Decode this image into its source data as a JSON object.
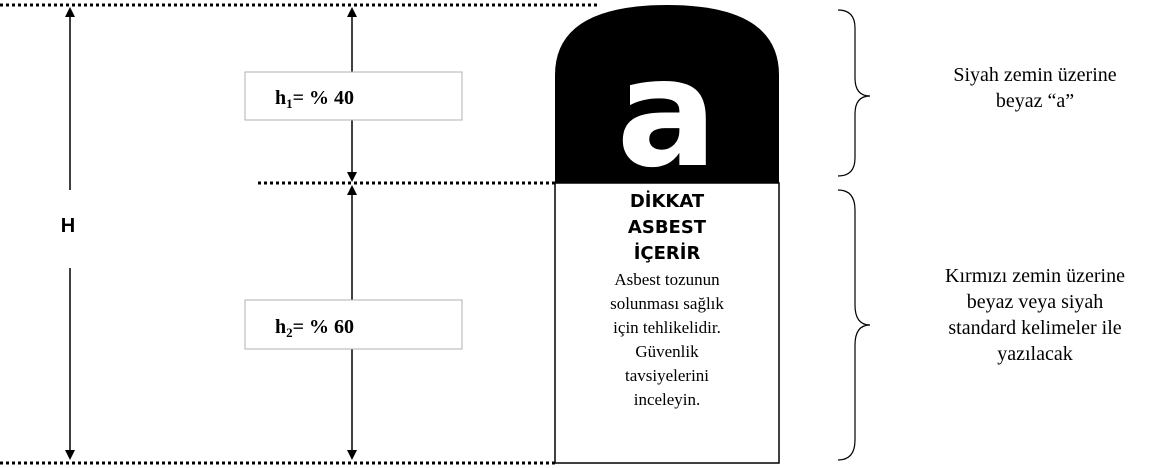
{
  "labels": {
    "total_height": "H",
    "h1_value": "= % 40",
    "h2_value": "= % 60",
    "h_letter": "h",
    "h1_sub": "1",
    "h2_sub": "2"
  },
  "label_top": {
    "logo_letter": "a"
  },
  "label_bottom": {
    "headline": [
      "DİKKAT",
      "ASBEST",
      "İÇERİR"
    ],
    "body": [
      "Asbest tozunun",
      "solunması sağlık",
      "için tehlikelidir.",
      "Güvenlik",
      "tavsiyelerini",
      "inceleyin."
    ]
  },
  "notes": {
    "top": [
      "Siyah zemin üzerine",
      "beyaz “a”"
    ],
    "bottom": [
      "Kırmızı zemin üzerine",
      "beyaz veya siyah",
      "standard kelimeler ile",
      "yazılacak"
    ]
  },
  "proportions": {
    "top_percent": 40,
    "bottom_percent": 60
  },
  "colors": {
    "top_background": "#000000",
    "logo_letter": "#ffffff",
    "lines": "#000000",
    "box_border": "#b0b0b0"
  }
}
